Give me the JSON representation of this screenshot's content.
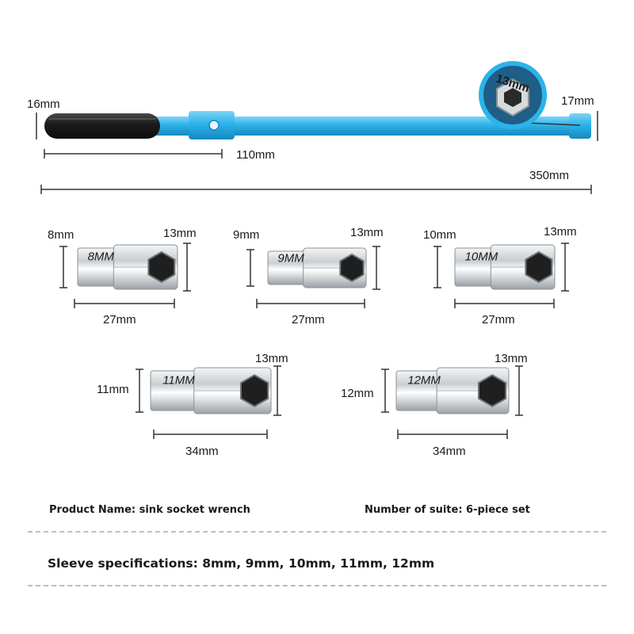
{
  "wrench": {
    "handle_diameter": "16mm",
    "handle_length": "110mm",
    "head_diameter": "17mm",
    "total_length": "350mm",
    "head_socket_size": "13mm"
  },
  "sockets": [
    {
      "inner": "8mm",
      "outer": "13mm",
      "length": "27mm",
      "engraving": "8MM"
    },
    {
      "inner": "9mm",
      "outer": "13mm",
      "length": "27mm",
      "engraving": "9MM"
    },
    {
      "inner": "10mm",
      "outer": "13mm",
      "length": "27mm",
      "engraving": "10MM"
    },
    {
      "inner": "11mm",
      "outer": "13mm",
      "length": "34mm",
      "engraving": "11MM"
    },
    {
      "inner": "12mm",
      "outer": "13mm",
      "length": "34mm",
      "engraving": "12MM"
    }
  ],
  "specs": {
    "product_name": "Product Name: sink socket wrench",
    "suite_count": "Number of suite: 6-piece set",
    "sleeve_specs": "Sleeve specifications: 8mm, 9mm, 10mm, 11mm, 12mm"
  },
  "colors": {
    "wrench_blue": "#2bb3ea",
    "grip_black": "#1c1c1c",
    "chrome": "#d9dde0",
    "dim_line": "#333333"
  }
}
